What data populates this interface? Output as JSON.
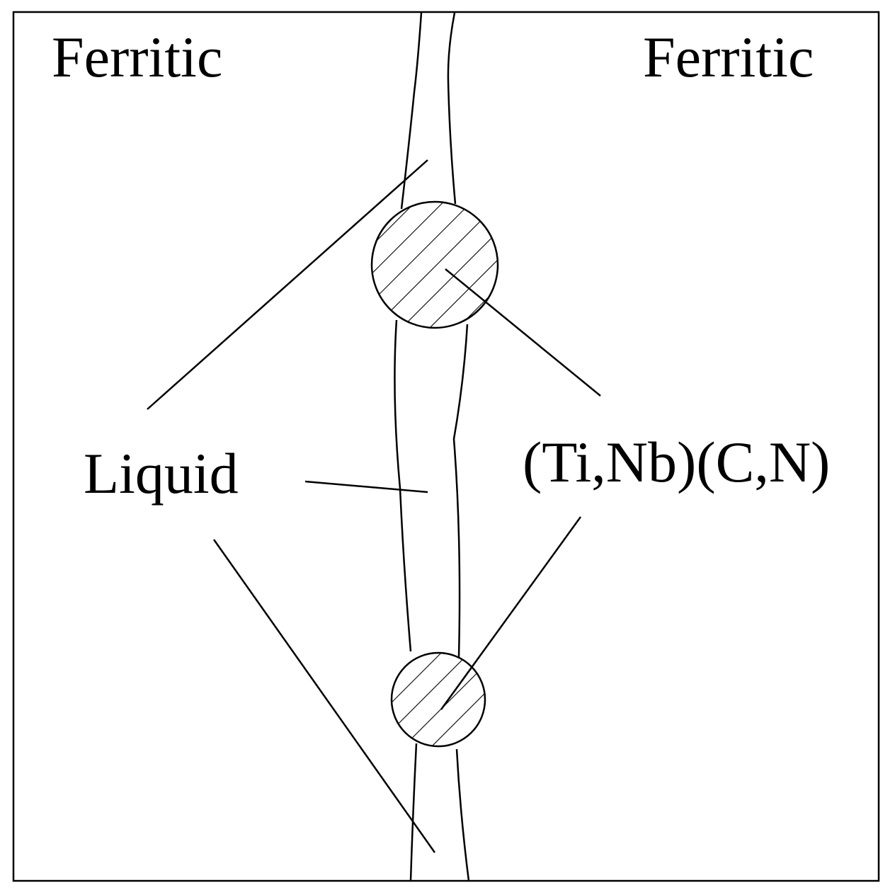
{
  "labels": {
    "ferritic_left": "Ferritic",
    "ferritic_right": "Ferritic",
    "liquid": "Liquid",
    "precipitate": "(Ti,Nb)(C,N)"
  },
  "colors": {
    "stroke": "#000000",
    "background": "#ffffff"
  }
}
